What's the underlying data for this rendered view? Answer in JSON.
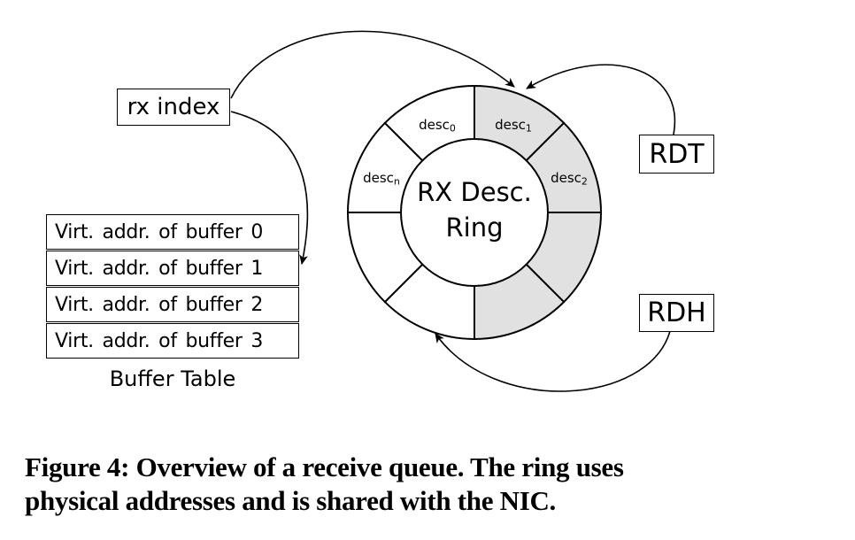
{
  "figure": {
    "rx_index_label": "rx index",
    "buffer_table": {
      "rows": [
        "Virt. addr. of buffer 0",
        "Virt. addr. of buffer 1",
        "Virt. addr. of buffer 2",
        "Virt. addr. of buffer 3"
      ],
      "caption": "Buffer Table"
    },
    "ring": {
      "title_line1": "RX Desc.",
      "title_line2": "Ring",
      "labels": [
        {
          "base": "desc",
          "sub": "0"
        },
        {
          "base": "desc",
          "sub": "1"
        },
        {
          "base": "desc",
          "sub": "2"
        },
        {
          "base": "desc",
          "sub": "n"
        }
      ],
      "segments_shaded": [
        true,
        true,
        true,
        true,
        false,
        false,
        false,
        false
      ],
      "shaded_color": "#e1e1e1",
      "unshaded_color": "#ffffff"
    },
    "registers": {
      "rdt_label": "RDT",
      "rdh_label": "RDH"
    },
    "colors": {
      "line": "#000000",
      "background": "#ffffff"
    },
    "caption": {
      "line1": "Figure 4: Overview of a receive queue. The ring uses",
      "line2": "physical addresses and is shared with the NIC."
    }
  }
}
